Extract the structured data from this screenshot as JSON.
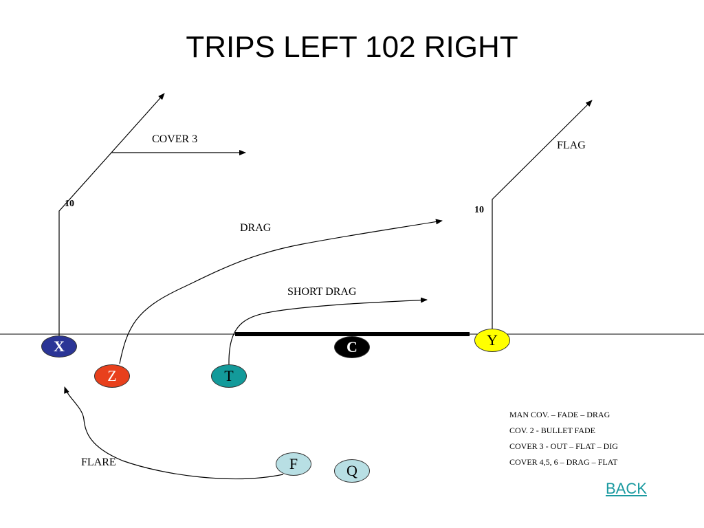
{
  "title": "TRIPS LEFT 102 RIGHT",
  "route_labels": {
    "cover3": "COVER 3",
    "flag": "FLAG",
    "drag": "DRAG",
    "short_drag": "SHORT DRAG",
    "flare": "FLARE"
  },
  "yardage": {
    "left": "10",
    "right": "10"
  },
  "players": [
    {
      "id": "x",
      "label": "X",
      "fill": "#2b3596",
      "text_color": "#ffffff",
      "bold": true
    },
    {
      "id": "z",
      "label": "Z",
      "fill": "#e8401c",
      "text_color": "#ffffff",
      "bold": false
    },
    {
      "id": "t",
      "label": "T",
      "fill": "#139a9a",
      "text_color": "#000000",
      "bold": false
    },
    {
      "id": "c",
      "label": "C",
      "fill": "#000000",
      "text_color": "#ffffff",
      "bold": true
    },
    {
      "id": "y",
      "label": "Y",
      "fill": "#ffff00",
      "text_color": "#000000",
      "bold": false
    },
    {
      "id": "f",
      "label": "F",
      "fill": "#b8dfe4",
      "text_color": "#000000",
      "bold": false
    },
    {
      "id": "q",
      "label": "Q",
      "fill": "#b8dfe4",
      "text_color": "#000000",
      "bold": false
    }
  ],
  "coverage_notes": [
    "MAN COV. – FADE – DRAG",
    "COV. 2  -    BULLET FADE",
    "COVER 3 - OUT – FLAT – DIG",
    "COVER 4,5, 6 – DRAG – FLAT"
  ],
  "back_link": "BACK"
}
